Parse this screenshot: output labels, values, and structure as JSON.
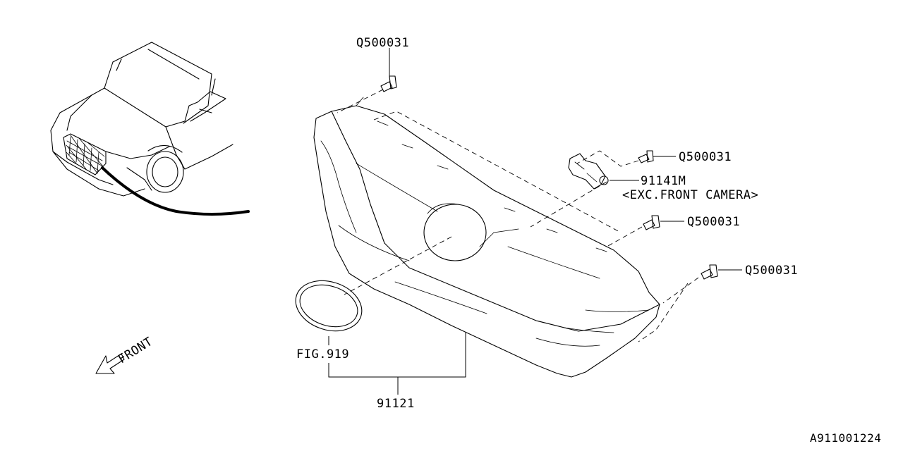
{
  "labels": {
    "bolt_top": "Q500031",
    "bolt_upper_right": "Q500031",
    "bracket_part": "91141M",
    "bracket_note": "<EXC.FRONT CAMERA>",
    "bolt_mid_right": "Q500031",
    "bolt_lower_right": "Q500031",
    "emblem_ref": "FIG.919",
    "grille_part": "91121",
    "front_direction": "FRONT",
    "diagram_id": "A911001224"
  }
}
